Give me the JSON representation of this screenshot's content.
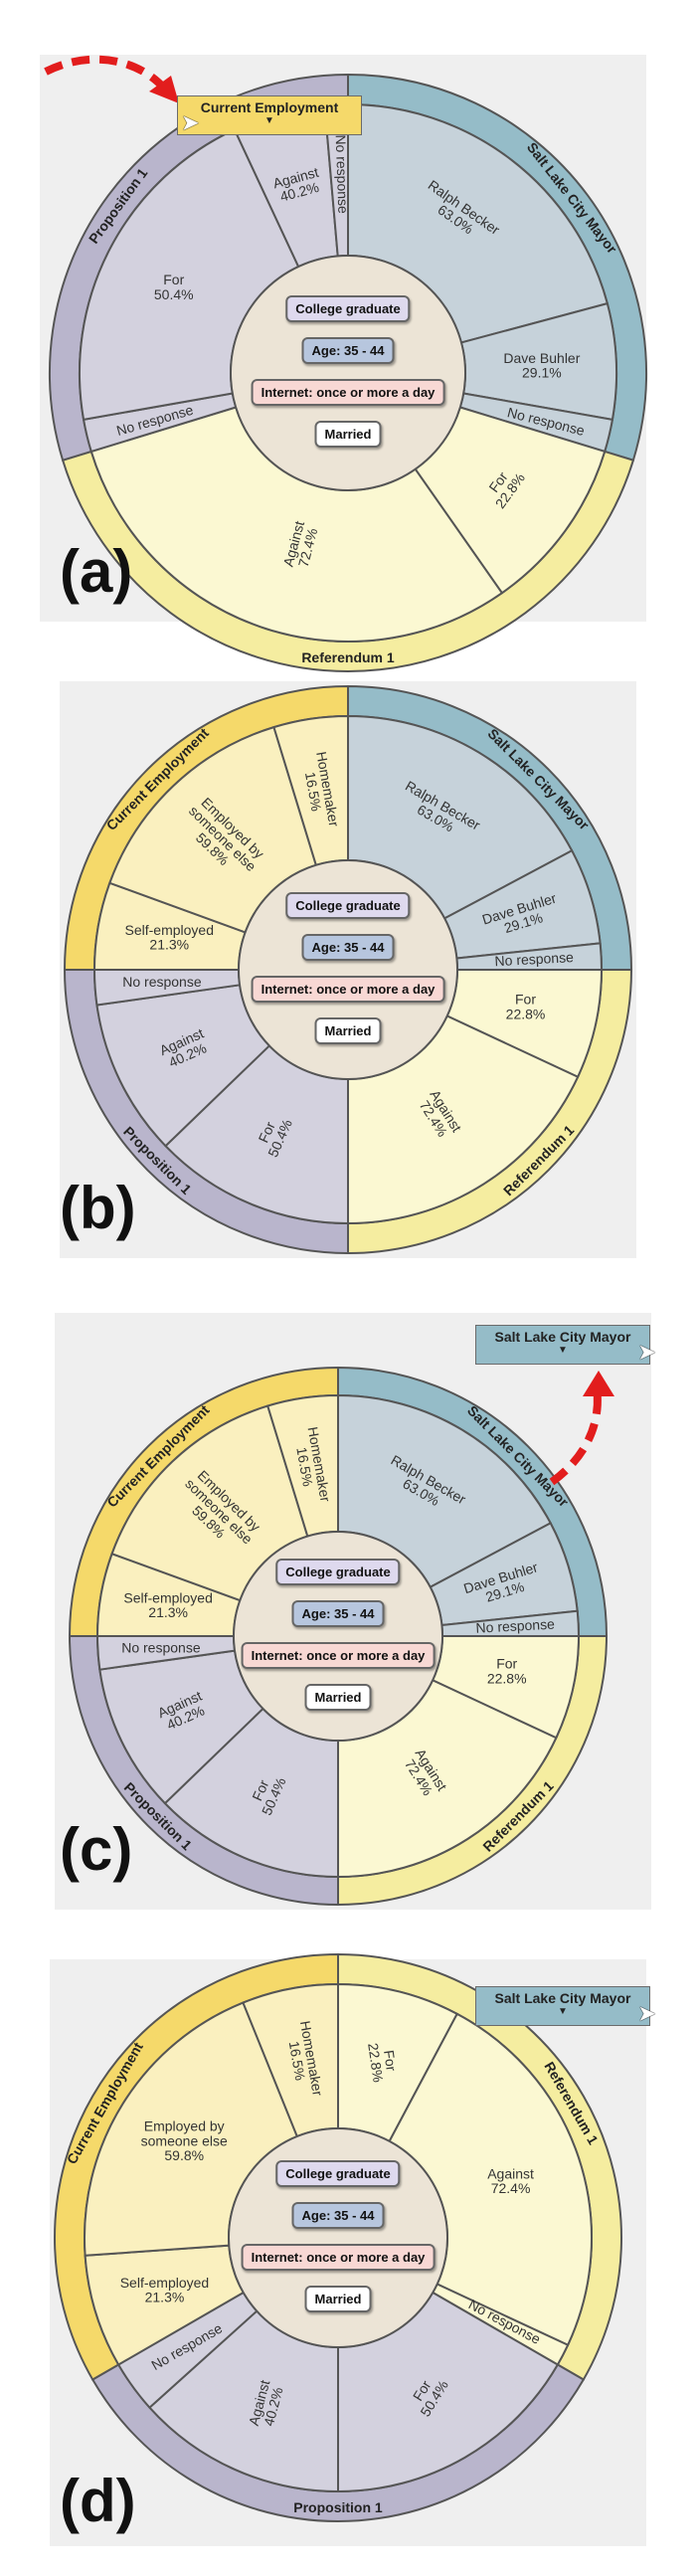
{
  "colors": {
    "mayor_outer": "#95bcc8",
    "mayor_inner": "#c6d2da",
    "prop_outer": "#b9b5cc",
    "prop_inner": "#d3d1de",
    "ref_outer": "#f5eda0",
    "ref_inner": "#fbf8d2",
    "emp_outer": "#f5d96a",
    "emp_inner": "#faf0bf",
    "center": "#ece4d6",
    "arrow": "#e21d1d"
  },
  "panels": [
    {
      "label": "(a)"
    },
    {
      "label": "(b)"
    },
    {
      "label": "(c)"
    },
    {
      "label": "(d)"
    }
  ],
  "drag_boxes": {
    "employment": "Current Employment",
    "mayor": "Salt Lake City Mayor"
  },
  "center_pills": [
    {
      "text": "College graduate",
      "color": "#ded9ee"
    },
    {
      "text": "Age: 35 - 44",
      "color": "#b7c6de"
    },
    {
      "text": "Internet: once or more a day",
      "color": "#f8d8d4"
    },
    {
      "text": "Married",
      "color": "#ffffff"
    }
  ],
  "chart_data": [
    {
      "type": "pie",
      "panel": "a",
      "rings": [
        {
          "name": "Salt Lake City Mayor",
          "slices": [
            {
              "label": "Ralph Becker",
              "pct": "63.0%"
            },
            {
              "label": "Dave Buhler",
              "pct": "29.1%"
            },
            {
              "label": "No response",
              "pct": ""
            }
          ]
        },
        {
          "name": "Referendum 1",
          "slices": [
            {
              "label": "For",
              "pct": "22.8%"
            },
            {
              "label": "Against",
              "pct": "72.4%"
            }
          ]
        },
        {
          "name": "Proposition 1",
          "slices": [
            {
              "label": "No response",
              "pct": ""
            },
            {
              "label": "For",
              "pct": "50.4%"
            },
            {
              "label": "Against",
              "pct": "40.2%"
            },
            {
              "label": "No response",
              "pct": ""
            }
          ]
        }
      ]
    },
    {
      "type": "pie",
      "panel": "b",
      "rings": [
        {
          "name": "Salt Lake City Mayor",
          "slices": [
            {
              "label": "Ralph Becker",
              "pct": "63.0%"
            },
            {
              "label": "Dave Buhler",
              "pct": "29.1%"
            },
            {
              "label": "No response",
              "pct": ""
            }
          ]
        },
        {
          "name": "Referendum 1",
          "slices": [
            {
              "label": "For",
              "pct": "22.8%"
            },
            {
              "label": "Against",
              "pct": "72.4%"
            }
          ]
        },
        {
          "name": "Proposition 1",
          "slices": [
            {
              "label": "For",
              "pct": "50.4%"
            },
            {
              "label": "Against",
              "pct": "40.2%"
            },
            {
              "label": "No response",
              "pct": ""
            }
          ]
        },
        {
          "name": "Current Employment",
          "slices": [
            {
              "label": "Self-employed",
              "pct": "21.3%"
            },
            {
              "label": "Employed by someone else",
              "pct": "59.8%"
            },
            {
              "label": "Homemaker",
              "pct": "16.5%"
            }
          ]
        }
      ]
    },
    {
      "type": "pie",
      "panel": "c",
      "rings": [
        {
          "name": "Salt Lake City Mayor",
          "slices": [
            {
              "label": "Ralph Becker",
              "pct": "63.0%"
            },
            {
              "label": "Dave Buhler",
              "pct": "29.1%"
            },
            {
              "label": "No response",
              "pct": ""
            }
          ]
        },
        {
          "name": "Referendum 1",
          "slices": [
            {
              "label": "For",
              "pct": "22.8%"
            },
            {
              "label": "Against",
              "pct": "72.4%"
            }
          ]
        },
        {
          "name": "Proposition 1",
          "slices": [
            {
              "label": "For",
              "pct": "50.4%"
            },
            {
              "label": "Against",
              "pct": "40.2%"
            },
            {
              "label": "No response",
              "pct": ""
            }
          ]
        },
        {
          "name": "Current Employment",
          "slices": [
            {
              "label": "Self-employed",
              "pct": "21.3%"
            },
            {
              "label": "Employed by someone else",
              "pct": "59.8%"
            },
            {
              "label": "Homemaker",
              "pct": "16.5%"
            }
          ]
        }
      ]
    },
    {
      "type": "pie",
      "panel": "d",
      "rings": [
        {
          "name": "Referendum 1",
          "slices": [
            {
              "label": "For",
              "pct": "22.8%"
            },
            {
              "label": "Against",
              "pct": "72.4%"
            },
            {
              "label": "No response",
              "pct": ""
            }
          ]
        },
        {
          "name": "Proposition 1",
          "slices": [
            {
              "label": "For",
              "pct": "50.4%"
            },
            {
              "label": "Against",
              "pct": "40.2%"
            },
            {
              "label": "No response",
              "pct": ""
            }
          ]
        },
        {
          "name": "Current Employment",
          "slices": [
            {
              "label": "Self-employed",
              "pct": "21.3%"
            },
            {
              "label": "Employed by someone else",
              "pct": "59.8%"
            },
            {
              "label": "Homemaker",
              "pct": "16.5%"
            }
          ]
        }
      ]
    }
  ]
}
